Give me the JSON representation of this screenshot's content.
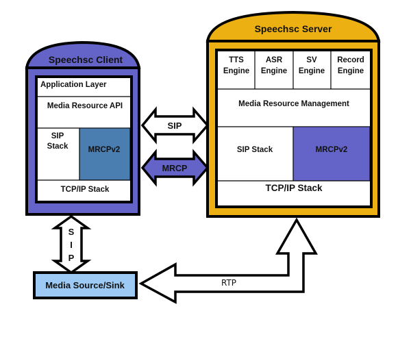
{
  "colors": {
    "client": "#6464c8",
    "server": "#ecb012",
    "client_mrcp": "#4a7db0",
    "server_mrcp": "#6464c8",
    "media_box": "#9ccaf4",
    "mrcp_arrow": "#6464c8",
    "outline": "#000000",
    "panel": "#ffffff"
  },
  "client": {
    "title": "Speechsc Client",
    "application_layer": "Application  Layer",
    "media_resource_api": "Media Resource API",
    "sip_stack_line1": "SIP",
    "sip_stack_line2": "Stack",
    "mrcp": "MRCPv2",
    "tcpip": "TCP/IP Stack"
  },
  "server": {
    "title": "Speechsc Server",
    "engines": [
      {
        "line1": "TTS",
        "line2": "Engine"
      },
      {
        "line1": "ASR",
        "line2": "Engine"
      },
      {
        "line1": "SV",
        "line2": "Engine"
      },
      {
        "line1": "Record",
        "line2": "Engine"
      }
    ],
    "media_resource_management": "Media Resource Management",
    "sip_stack": "SIP  Stack",
    "mrcp": "MRCPv2",
    "tcpip": "TCP/IP Stack"
  },
  "arrows": {
    "sip": "SIP",
    "mrcp": "MRCP",
    "sip_vertical": [
      "S",
      "I",
      "P"
    ],
    "rtp": "RTP"
  },
  "media_source": {
    "label": "Media Source/Sink"
  }
}
